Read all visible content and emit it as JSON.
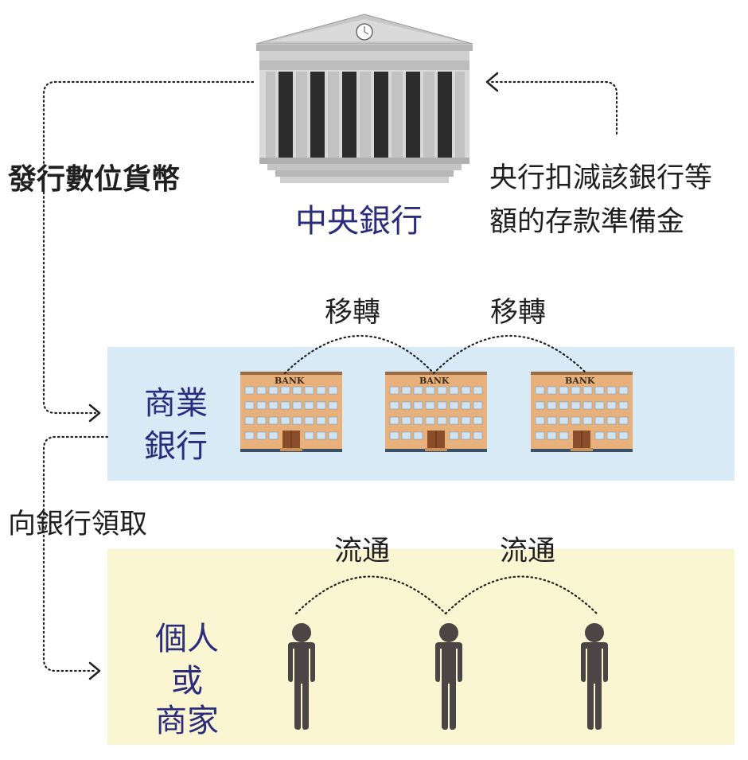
{
  "central_bank": {
    "label": "中央銀行",
    "action_issue": "發行數位貨幣",
    "action_deduct_line1": "央行扣減該銀行等",
    "action_deduct_line2": "額的存款準備金"
  },
  "commercial_banks": {
    "label_line1": "商業",
    "label_line2": "銀行",
    "transfer_1": "移轉",
    "transfer_2": "移轉",
    "building_sign": "BANK",
    "band_color": "#d7eaf6"
  },
  "public": {
    "action_withdraw": "向銀行領取",
    "label_line1": "個人",
    "label_line2": "或",
    "label_line3": "商家",
    "circulate_1": "流通",
    "circulate_2": "流通",
    "band_color": "#fbf6d2"
  },
  "colors": {
    "title_blue": "#2b2c7e",
    "text_dark": "#1f1f1f",
    "person": "#4a4646",
    "building_wall": "#e8b07a"
  }
}
